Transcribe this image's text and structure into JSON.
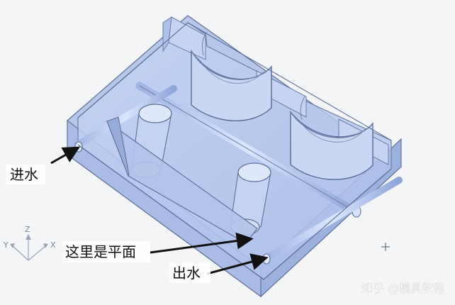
{
  "annotations": {
    "inlet": "进水",
    "flat_face": "这里是平面",
    "outlet": "出水"
  },
  "axes": {
    "x": "X",
    "y": "Y",
    "z": "Z"
  },
  "watermark": "知乎 @模具教程",
  "colors": {
    "background": "#f4f5f7",
    "part_fill": "#b9c9ea",
    "part_edge": "#596a92",
    "arrow": "#111111"
  }
}
